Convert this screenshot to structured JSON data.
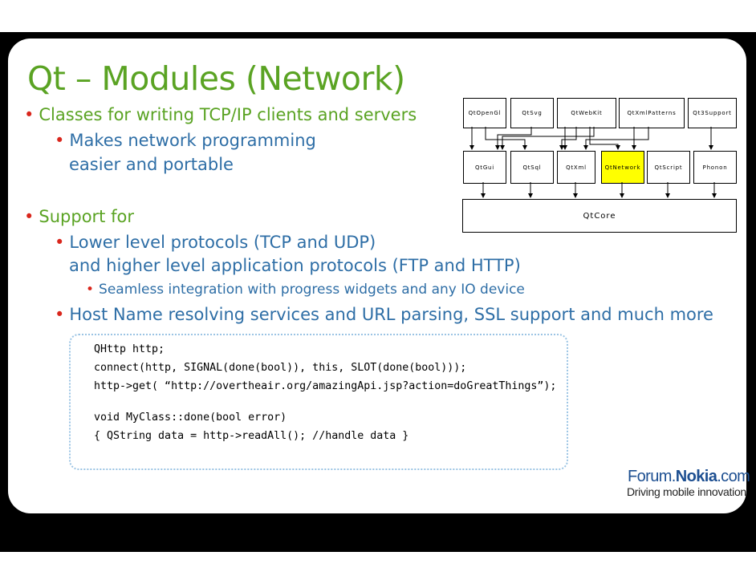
{
  "slide": {
    "title": "Qt – Modules (Network)",
    "bullets": {
      "b1": "Classes for writing TCP/IP clients and servers",
      "b1_1a": "Makes network programming",
      "b1_1b": "easier and portable",
      "b2": "Support for",
      "b2_1a": "Lower level protocols (TCP and UDP)",
      "b2_1b": "and higher level application protocols (FTP and HTTP)",
      "b2_1_1": "Seamless integration with progress widgets and any IO device",
      "b2_2": "Host Name resolving services and URL parsing, SSL support and much more"
    },
    "code": [
      "QHttp http;",
      "connect(http, SIGNAL(done(bool)), this, SLOT(done(bool)));",
      "http->get( “http://overtheair.org/amazingApi.jsp?action=doGreatThings”);",
      "void MyClass::done(bool error)",
      "{ QString data = http->readAll(); //handle data }"
    ]
  },
  "diagram": {
    "top_modules": [
      "QtOpenGl",
      "QtSvg",
      "QtWebKit",
      "QtXmlPatterns",
      "Qt3Support"
    ],
    "mid_modules": [
      "QtGui",
      "QtSql",
      "QtXml",
      "QtNetwork",
      "QtScript",
      "Phonon"
    ],
    "highlighted": "QtNetwork",
    "core": "QtCore"
  },
  "logo": {
    "forum": "Forum.",
    "nokia": "Nokia",
    "com": ".com",
    "tagline": "Driving mobile innovation"
  },
  "colors": {
    "title_green": "#5aa323",
    "text_blue": "#2e6ea6",
    "bullet_red": "#d9261c",
    "highlight_yellow": "#ffff00"
  }
}
